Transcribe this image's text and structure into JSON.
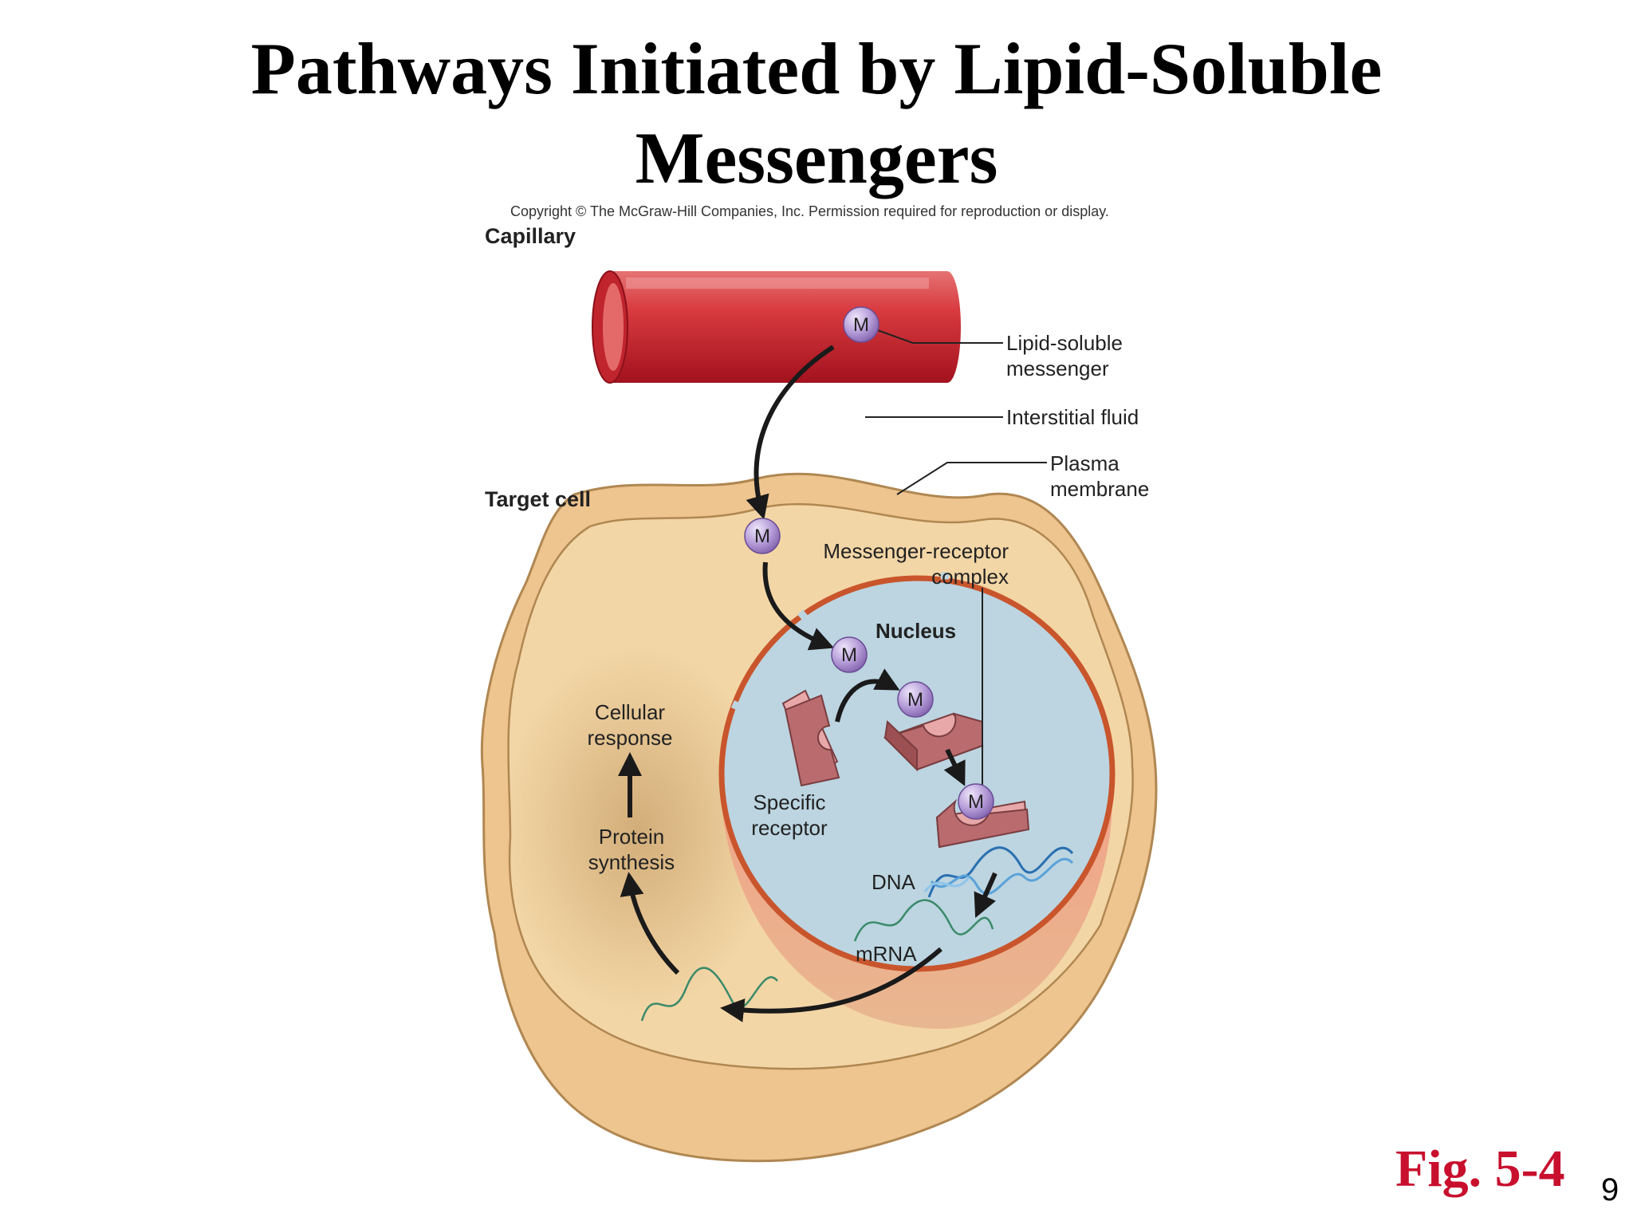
{
  "slide": {
    "title_line1": "Pathways Initiated by Lipid-Soluble",
    "title_line2": "Messengers",
    "copyright": "Copyright © The McGraw-Hill Companies, Inc. Permission required for reproduction or display.",
    "fig_label": "Fig. 5-4",
    "page_number": "9"
  },
  "diagram": {
    "capillary_label": "Capillary",
    "target_cell_label": "Target cell",
    "messenger_symbol": "M",
    "lipid_soluble_line1": "Lipid-soluble",
    "lipid_soluble_line2": "messenger",
    "interstitial_fluid": "Interstitial fluid",
    "plasma_line1": "Plasma",
    "plasma_line2": "membrane",
    "complex_line1": "Messenger-receptor",
    "complex_line2": "complex",
    "nucleus": "Nucleus",
    "cellular_line1": "Cellular",
    "cellular_line2": "response",
    "protein_line1": "Protein",
    "protein_line2": "synthesis",
    "specific_line1": "Specific",
    "specific_line2": "receptor",
    "dna": "DNA",
    "mrna": "mRNA"
  },
  "colors": {
    "capillary": "#c8222f",
    "cytoplasm": "#f0d2a2",
    "nucleus": "#bcd5e1",
    "nuclear_envelope": "#c9552c",
    "receptor": "#b96b6e",
    "messenger": "#a98ccf",
    "fig_label": "#c8102e"
  }
}
